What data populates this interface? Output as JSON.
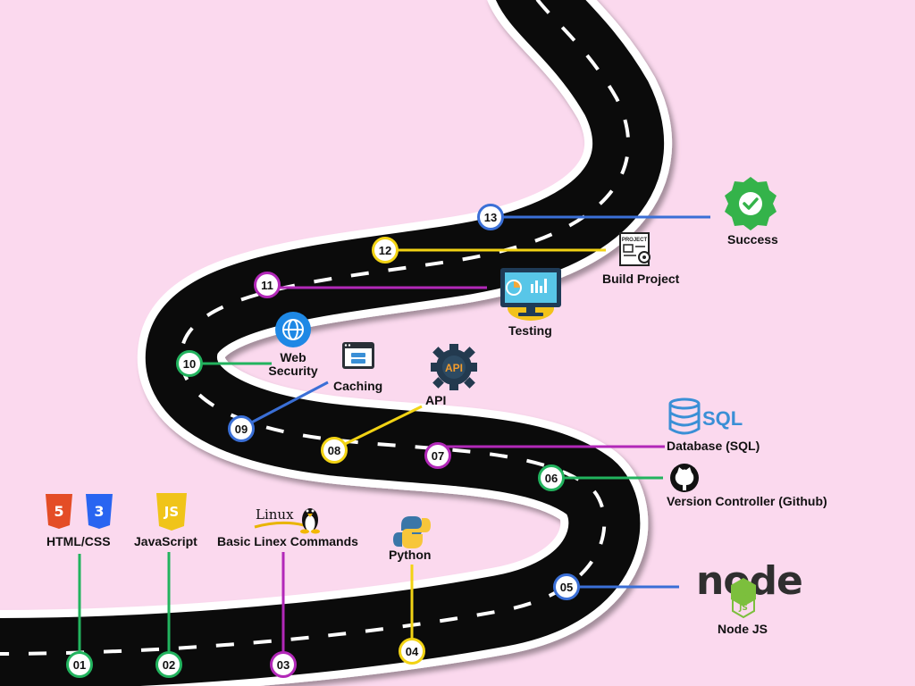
{
  "colors": {
    "background": "#fbd9ee",
    "road": "#0b0b0b",
    "road_edge": "#ffffff",
    "green": "#22b35e",
    "magenta": "#b228b8",
    "yellow": "#f2d314",
    "blue": "#3a6fd6"
  },
  "steps": [
    {
      "num": "01",
      "label": "HTML/CSS",
      "icon": "html5-css3-icon",
      "color": "green"
    },
    {
      "num": "02",
      "label": "JavaScript",
      "icon": "javascript-icon",
      "color": "green"
    },
    {
      "num": "03",
      "label": "Basic Linex Commands",
      "icon": "linux-tux-icon",
      "icon_text": "Linux",
      "color": "magenta"
    },
    {
      "num": "04",
      "label": "Python",
      "icon": "python-icon",
      "color": "yellow"
    },
    {
      "num": "05",
      "label": "Node JS",
      "icon": "nodejs-icon",
      "icon_text": "node",
      "icon_badge": "JS",
      "color": "blue"
    },
    {
      "num": "06",
      "label": "Version Controller (Github)",
      "icon": "github-icon",
      "color": "green"
    },
    {
      "num": "07",
      "label": "Database (SQL)",
      "icon": "database-sql-icon",
      "icon_text": "SQL",
      "color": "magenta"
    },
    {
      "num": "08",
      "label": "API",
      "icon": "api-gear-icon",
      "icon_text": "API",
      "color": "yellow"
    },
    {
      "num": "09",
      "label": "Caching",
      "icon": "caching-server-icon",
      "color": "blue"
    },
    {
      "num": "10",
      "label_line1": "Web",
      "label_line2": "Security",
      "icon": "globe-icon",
      "color": "green"
    },
    {
      "num": "11",
      "label": "Testing",
      "icon": "monitor-dashboard-icon",
      "color": "magenta"
    },
    {
      "num": "12",
      "label": "Build Project",
      "icon": "project-document-icon",
      "icon_text": "PROJECT",
      "color": "yellow"
    },
    {
      "num": "13",
      "label": "Success",
      "icon": "success-badge-icon",
      "color": "blue"
    }
  ]
}
